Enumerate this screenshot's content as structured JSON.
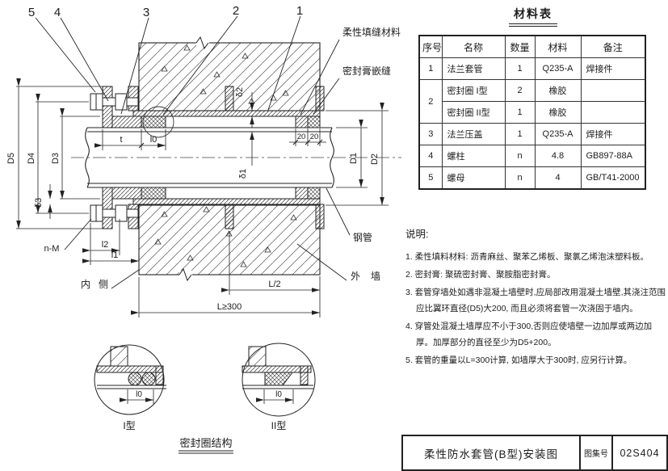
{
  "colors": {
    "ink": "#222222",
    "paper": "#ffffff"
  },
  "drawing": {
    "part_numbers": {
      "n1": "1",
      "n2": "2",
      "n3": "3",
      "n4": "4",
      "n5": "5"
    },
    "callouts": {
      "flexible_filler": "柔性填缝材料",
      "sealant_caulk": "密封膏嵌缝",
      "steel_pipe": "钢管",
      "outer_wall": "外墙",
      "inner_side": "内侧"
    },
    "dims": {
      "d5": "D5",
      "d4": "D4",
      "d3": "D3",
      "d2": "D2",
      "d1": "D1",
      "delta1": "δ1",
      "delta2": "δ2",
      "delta3": "δ3",
      "t": "t",
      "l0": "l0",
      "twenty": "20",
      "l1": "l1",
      "l2": "l2",
      "n_m": "n-M",
      "l_half": "L/2",
      "l_min": "L≥300"
    },
    "details": {
      "type1_label": "I型",
      "type2_label": "II型",
      "l0": "l0",
      "caption": "密封圈结构"
    }
  },
  "materials_table": {
    "title": "材料表",
    "headers": [
      "序号",
      "名称",
      "数量",
      "材料",
      "备注"
    ],
    "rows": [
      {
        "no": "1",
        "name": "法兰套管",
        "qty": "1",
        "material": "Q235-A",
        "note": "焊接件"
      },
      {
        "no": "2",
        "name": "密封圈  I型",
        "qty": "2",
        "material": "橡胶",
        "note": ""
      },
      {
        "no": "",
        "name": "密封圈  II型",
        "qty": "1",
        "material": "橡胶",
        "note": ""
      },
      {
        "no": "3",
        "name": "法兰压盖",
        "qty": "1",
        "material": "Q235-A",
        "note": "焊接件"
      },
      {
        "no": "4",
        "name": "螺柱",
        "qty": "n",
        "material": "4.8",
        "note": "GB897-88A"
      },
      {
        "no": "5",
        "name": "螺母",
        "qty": "n",
        "material": "4",
        "note": "GB/T41-2000"
      }
    ]
  },
  "notes": {
    "heading": "说明:",
    "items": [
      "1. 柔性填料材料: 沥青麻丝、聚苯乙烯板、聚氯乙烯泡沫塑料板。",
      "2. 密封膏: 聚硫密封膏、聚胺脂密封膏。",
      "3. 套管穿墙处如遇非混凝土墙壁时,应局部改用混凝土墙壁,其浇注范围应比翼环直径(D5)大200, 而且必须将套管一次浇固于墙内。",
      "4. 穿管处混凝土墙厚应不小于300,否则应使墙壁一边加厚或两边加厚。加厚部分的直径至少为D5+200。",
      "5. 套管的重量以L=300计算, 如墙厚大于300时, 应另行计算。"
    ]
  },
  "title_block": {
    "title": "柔性防水套管(B型)安装图",
    "atlas_label": "图集号",
    "atlas_no": "02S404"
  }
}
